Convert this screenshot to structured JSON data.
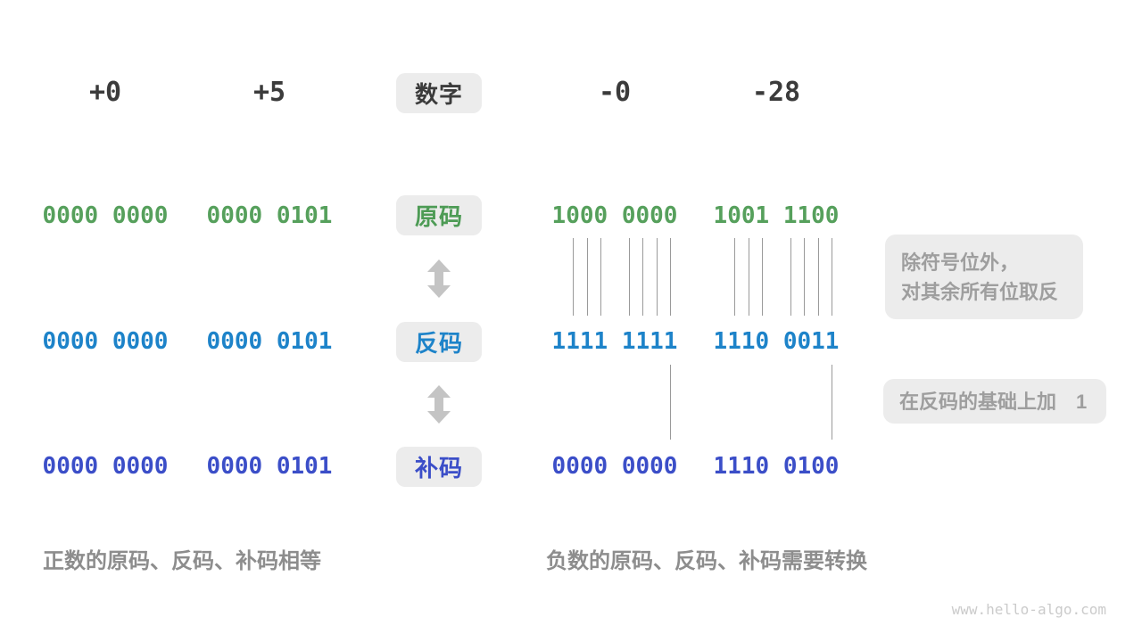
{
  "palette": {
    "accent_green": "#56a05c",
    "accent_blue": "#1d83c9",
    "accent_indigo": "#3b4ec8",
    "text_dark": "#3b3b3b",
    "caption_gray": "#8d8d8d",
    "annotation_gray": "#9e9e9e",
    "pill_background": "#ececec",
    "arrow_gray": "#c4c4c4",
    "line_gray": "#9a9a9a",
    "watermark_gray": "#cbcbcb"
  },
  "header": {
    "label": "数字",
    "values": [
      "+0",
      "+5",
      "-0",
      "-28"
    ]
  },
  "rows": [
    {
      "name": "sign-magnitude",
      "label": "原码",
      "values": [
        "0000 0000",
        "0000 0101",
        "1000 0000",
        "1001 1100"
      ]
    },
    {
      "name": "ones-complement",
      "label": "反码",
      "values": [
        "0000 0000",
        "0000 0101",
        "1111 1111",
        "1110 0011"
      ]
    },
    {
      "name": "twos-complement",
      "label": "补码",
      "values": [
        "0000 0000",
        "0000 0101",
        "0000 0000",
        "1110 0100"
      ]
    }
  ],
  "annotations": {
    "invert_line1": "除符号位外，",
    "invert_line2": "对其余所有位取反",
    "add_one": "在反码的基础上加　1"
  },
  "captions": {
    "positive": "正数的原码、反码、补码相等",
    "negative": "负数的原码、反码、补码需要转换"
  },
  "watermark": "www.hello-algo.com"
}
